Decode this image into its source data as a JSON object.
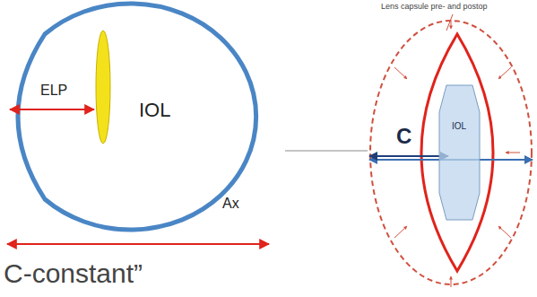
{
  "diagram": {
    "title": "C-constant”",
    "nodes": [
      {
        "text": [
          "ELP",
          "IOL",
          "Ax"
        ]
      },
      {
        "text": [
          "C"
        ]
      },
      {
        "text": [
          "IOL"
        ],
        "in": 1
      }
    ],
    "edges": [
      {
        "from": 0,
        "to": 1,
        "arrow": "none"
      }
    ],
    "labels": [
      "Lens capsule pre- and postop"
    ]
  }
}
